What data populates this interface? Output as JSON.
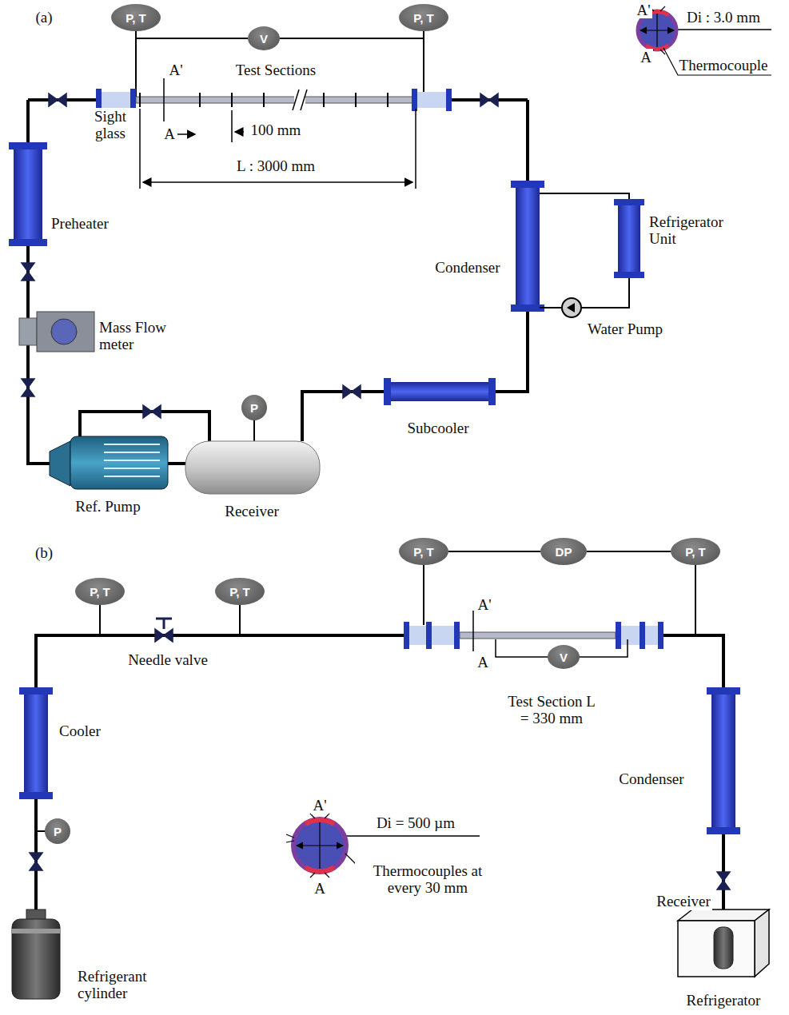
{
  "diagram": {
    "nodes": [
      {
        "text": [
          "P, T"
        ]
      },
      {
        "text": [
          "V"
        ]
      },
      {
        "text": [
          "P, T"
        ]
      },
      {
        "text": [
          "P"
        ]
      },
      {
        "text": [
          "P, T"
        ]
      },
      {
        "text": [
          "P, T"
        ]
      },
      {
        "text": [
          "P, T"
        ]
      },
      {
        "text": [
          "DP"
        ]
      },
      {
        "text": [
          "P, T"
        ]
      },
      {
        "text": [
          "V"
        ]
      },
      {
        "text": [
          "P"
        ]
      }
    ],
    "edges": [
      {
        "from": 1,
        "to": 0,
        "arrow": "none"
      },
      {
        "from": 1,
        "to": 2,
        "arrow": "none"
      },
      {
        "from": 7,
        "to": 6,
        "arrow": "none"
      },
      {
        "from": 7,
        "to": 8,
        "arrow": "none"
      }
    ],
    "labels": [
      "(a)",
      "A'",
      "Test Sections",
      "Sight glass",
      "A",
      "100 mm",
      "L : 3000 mm",
      "Preheater",
      "Mass Flow meter",
      "Ref. Pump",
      "Receiver",
      "Subcooler",
      "Condenser",
      "Refrigerator Unit",
      "Water Pump",
      "A'",
      "Di : 3.0 mm",
      "A",
      "Thermocouple",
      "(b)",
      "Needle valve",
      "A'",
      "A",
      "Test Section L = 330 mm",
      "Cooler",
      "Condenser",
      "A'",
      "Di = 500 µm",
      "Thermocouples at every 30 mm",
      "A",
      "Refrigerant cylinder",
      "Receiver",
      "Refrigerator"
    ]
  }
}
